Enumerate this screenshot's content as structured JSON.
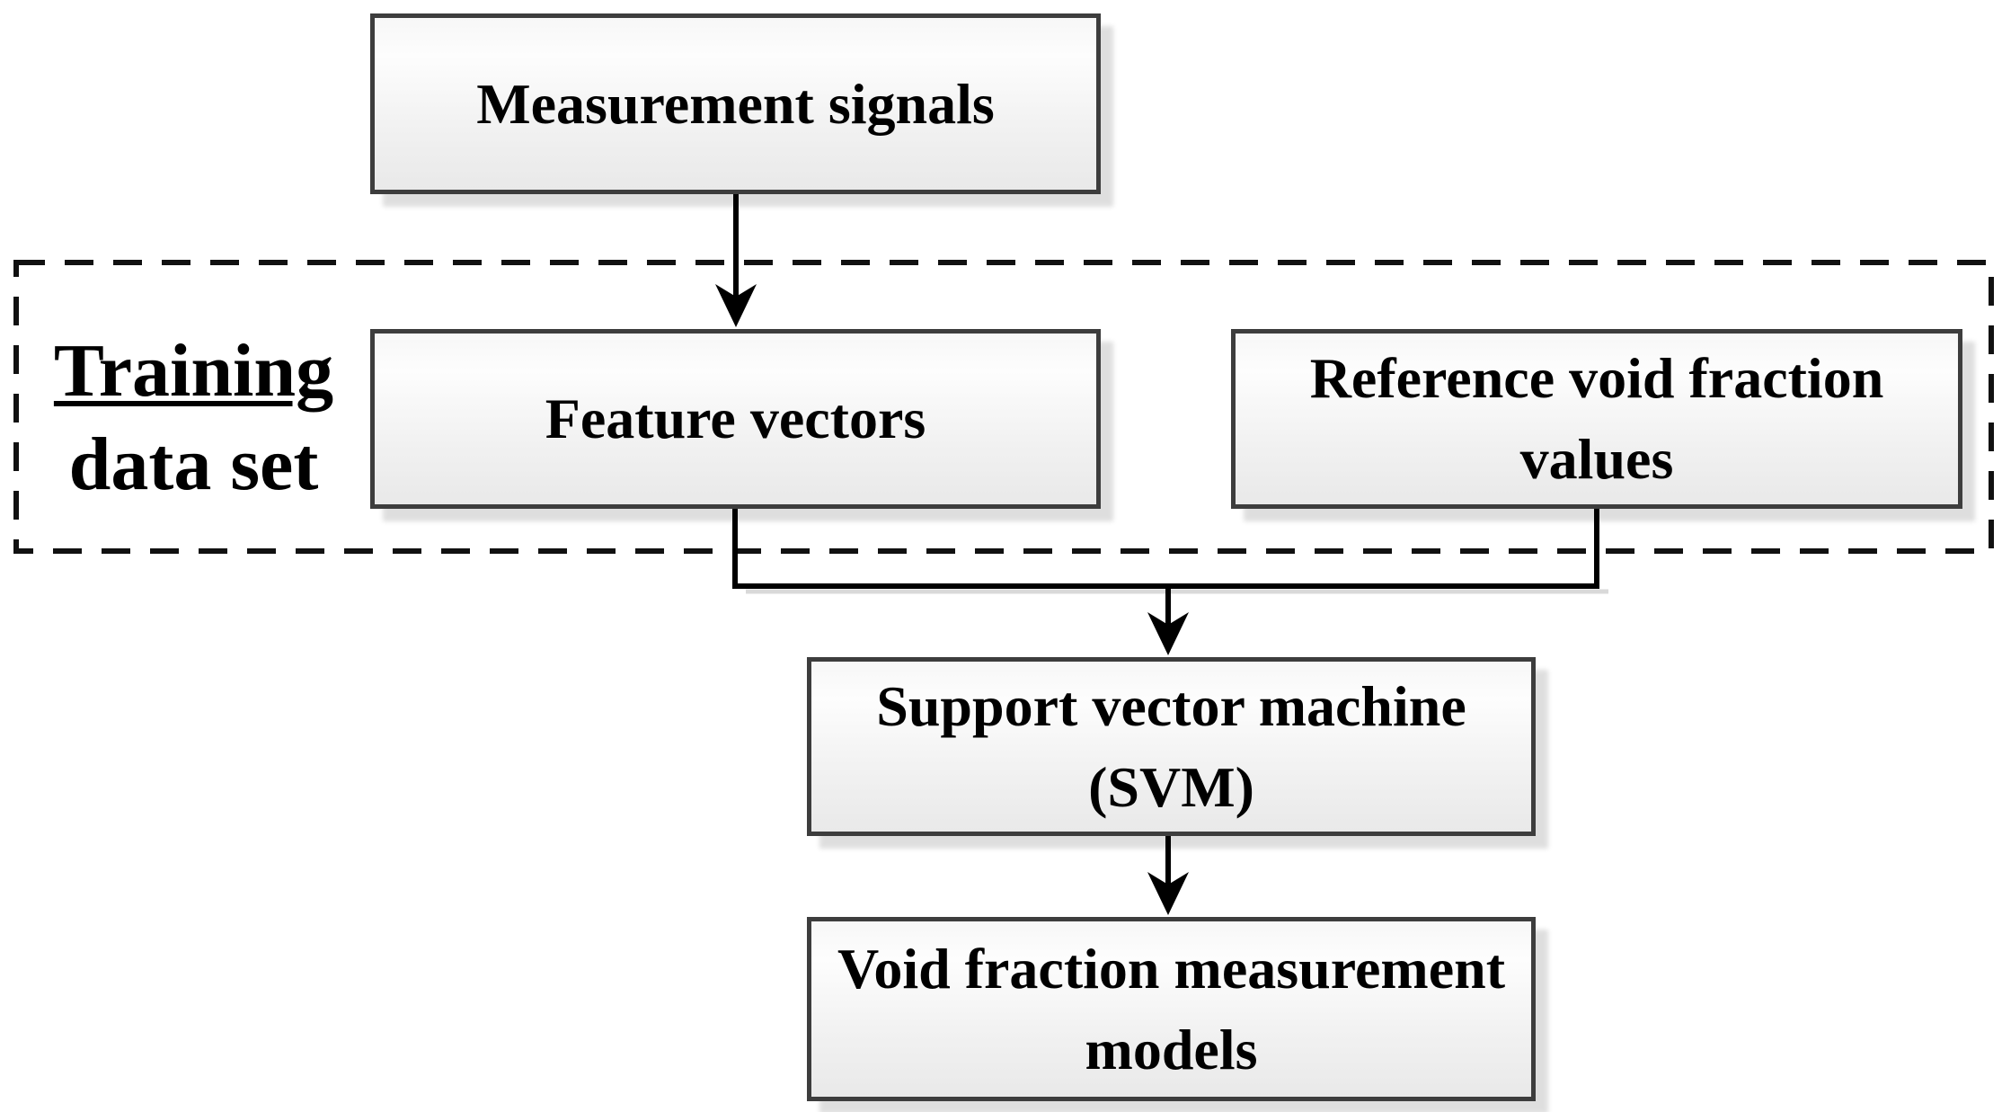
{
  "diagram": {
    "type": "flowchart",
    "nodes": {
      "measurement_signals": {
        "label": "Measurement signals"
      },
      "feature_vectors": {
        "label": "Feature vectors"
      },
      "reference_void_fraction": {
        "line1": "Reference void fraction",
        "line2": "values"
      },
      "svm": {
        "line1": "Support vector machine",
        "line2": "(SVM)"
      },
      "void_fraction_models": {
        "line1": "Void fraction measurement",
        "line2": "models"
      }
    },
    "group_label": {
      "line1": "Training",
      "line2": "data set"
    },
    "edges": [
      "measurement_signals -> feature_vectors",
      "feature_vectors + reference_void_fraction -> svm",
      "svm -> void_fraction_models"
    ],
    "style": {
      "background": "#ffffff",
      "box_border_color": "#3d3d3d",
      "box_fill_top": "#f7f7f7",
      "box_fill_bottom": "#e9e9e9",
      "connector_color": "#000000",
      "dashed_outline_color": "#111111",
      "text_color": "#000000"
    }
  }
}
